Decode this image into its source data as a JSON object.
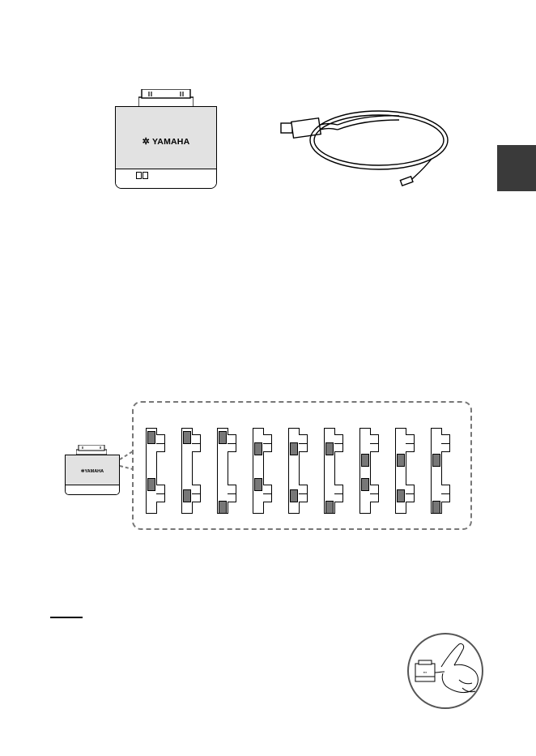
{
  "product": {
    "brand_text": "YAMAHA",
    "brand_mark": "✲"
  },
  "side_tab": {
    "color": "#3a3a3a"
  },
  "dip_panel": {
    "settings_count": 9,
    "knob_color": "#777777",
    "settings": [
      {
        "upper": "top",
        "lower": "top"
      },
      {
        "upper": "top",
        "lower": "bottom"
      },
      {
        "upper": "top",
        "lower": "bottom-end"
      },
      {
        "upper": "bottom",
        "lower": "top"
      },
      {
        "upper": "bottom",
        "lower": "bottom"
      },
      {
        "upper": "bottom",
        "lower": "bottom-end"
      },
      {
        "upper": "low",
        "lower": "top"
      },
      {
        "upper": "low",
        "lower": "bottom"
      },
      {
        "upper": "low",
        "lower": "bottom-end"
      }
    ]
  },
  "small_adapter": {
    "brand_text": "YAMAHA",
    "brand_mark": "✲"
  }
}
